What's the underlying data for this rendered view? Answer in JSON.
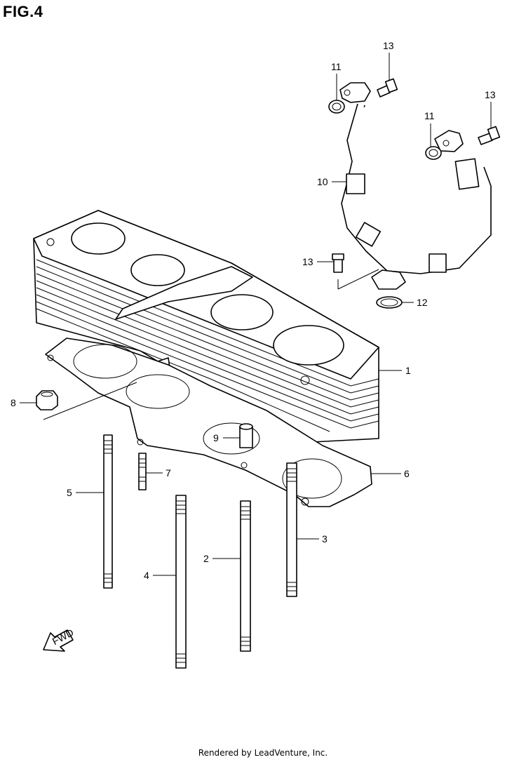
{
  "title": "FIG.4",
  "footer": "Rendered by LeadVenture, Inc.",
  "fwd_label": "FWD",
  "callouts": [
    {
      "id": "c1",
      "num": "1"
    },
    {
      "id": "c2",
      "num": "2"
    },
    {
      "id": "c3",
      "num": "3"
    },
    {
      "id": "c4",
      "num": "4"
    },
    {
      "id": "c5",
      "num": "5"
    },
    {
      "id": "c6",
      "num": "6"
    },
    {
      "id": "c7",
      "num": "7"
    },
    {
      "id": "c8",
      "num": "8"
    },
    {
      "id": "c9",
      "num": "9"
    },
    {
      "id": "c10",
      "num": "10"
    },
    {
      "id": "c11a",
      "num": "11"
    },
    {
      "id": "c11b",
      "num": "11"
    },
    {
      "id": "c12",
      "num": "12"
    },
    {
      "id": "c13a",
      "num": "13"
    },
    {
      "id": "c13b",
      "num": "13"
    },
    {
      "id": "c13c",
      "num": "13"
    }
  ]
}
